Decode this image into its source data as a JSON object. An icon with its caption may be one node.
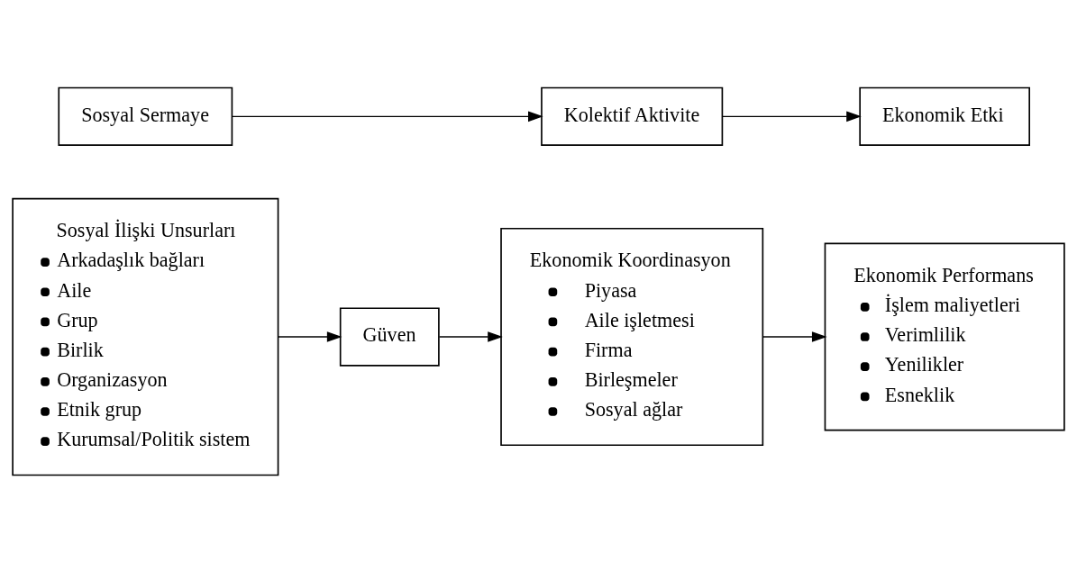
{
  "diagram": {
    "nodes": [
      {
        "text": [
          "Sosyal Sermaye"
        ]
      },
      {
        "text": [
          "Kolektif Aktivite"
        ]
      },
      {
        "text": [
          "Ekonomik Etki"
        ]
      },
      {
        "text": [
          "Sosyal İlişki Unsurları",
          "Arkadaşlık bağları",
          "Aile",
          "Grup",
          "Birlik",
          "Organizasyon",
          "Etnik grup",
          "Kurumsal/Politik sistem"
        ]
      },
      {
        "text": [
          "Güven"
        ]
      },
      {
        "text": [
          "Ekonomik Koordinasyon",
          "Piyasa",
          "Aile işletmesi",
          "Firma",
          "Birleşmeler",
          "Sosyal ağlar"
        ]
      },
      {
        "text": [
          "Ekonomik Performans",
          "İşlem maliyetleri",
          "Verimlilik",
          "Yenilikler",
          "Esneklik"
        ]
      }
    ],
    "edges": [
      {
        "from": 0,
        "to": 1,
        "arrow": "to"
      },
      {
        "from": 1,
        "to": 2,
        "arrow": "to"
      },
      {
        "from": 3,
        "to": 4,
        "arrow": "to"
      },
      {
        "from": 4,
        "to": 5,
        "arrow": "to"
      },
      {
        "from": 5,
        "to": 6,
        "arrow": "to"
      }
    ]
  }
}
